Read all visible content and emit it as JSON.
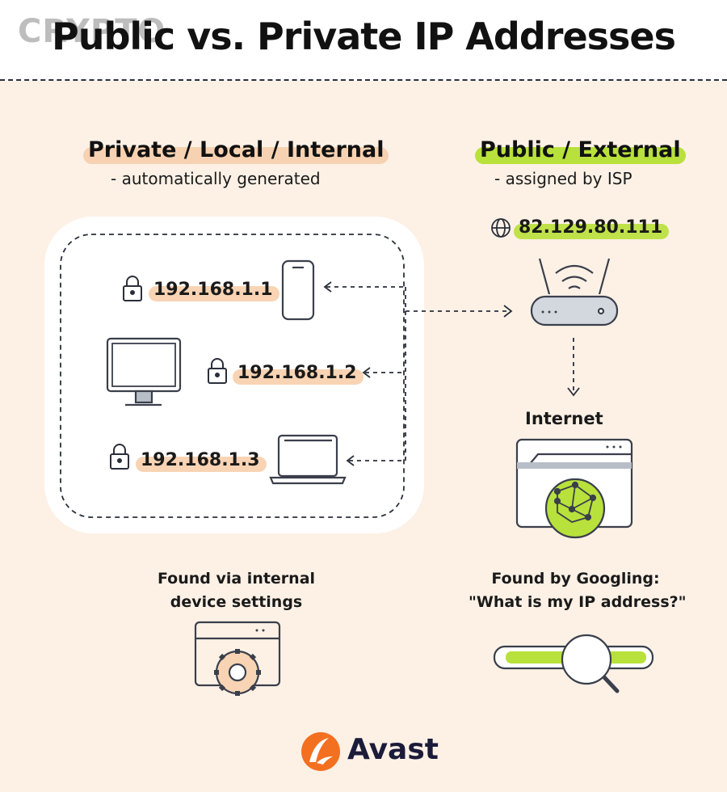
{
  "header": {
    "watermark": "CRYPTO",
    "title": "Public vs. Private IP Addresses"
  },
  "private": {
    "heading": "Private / Local / Internal",
    "subheading": "- automatically generated",
    "devices": [
      {
        "device": "phone",
        "ip": "192.168.1.1"
      },
      {
        "device": "desktop",
        "ip": "192.168.1.2"
      },
      {
        "device": "laptop",
        "ip": "192.168.1.3"
      }
    ],
    "caption_line1": "Found via internal",
    "caption_line2": "device settings"
  },
  "public": {
    "heading": "Public / External",
    "subheading": "- assigned by ISP",
    "ip": "82.129.80.111",
    "internet_label": "Internet",
    "caption_line1": "Found by Googling:",
    "caption_line2": "\"What is my IP address?\""
  },
  "brand": {
    "name": "Avast"
  },
  "colors": {
    "background": "#fdf1e6",
    "peach_highlight": "#f7d2b2",
    "green_highlight": "#b8e13c",
    "avast_orange": "#f37021",
    "ink": "#2a2f3a"
  }
}
